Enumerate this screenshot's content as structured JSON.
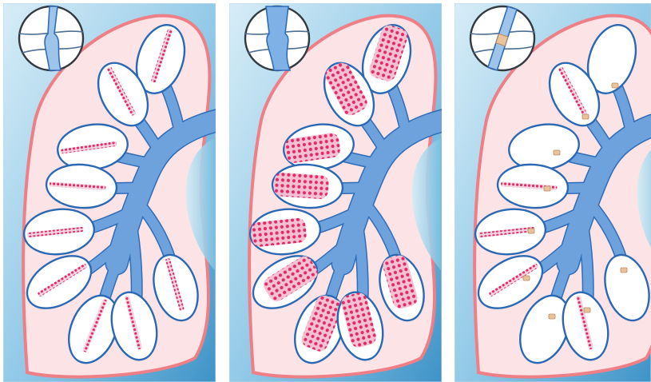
{
  "figure": {
    "panels": [
      {
        "id": "panel-left",
        "fill_pattern": "stripes",
        "inset_state": "narrowed"
      },
      {
        "id": "panel-middle",
        "fill_pattern": "flooded",
        "inset_state": "widened"
      },
      {
        "id": "panel-right",
        "fill_pattern": "partial",
        "inset_state": "plugged"
      }
    ],
    "colors": {
      "background_light": "#cfe7f3",
      "background_dark": "#5aaad6",
      "lobe_fill": "#fbe3e6",
      "lobe_stroke": "#ee7f87",
      "airway": "#6ea2dd",
      "airway_edge": "#2f6db8",
      "alveolus_stroke": "#2b68b3",
      "particles": "#e12a66",
      "plug": "#e9c39b"
    }
  }
}
